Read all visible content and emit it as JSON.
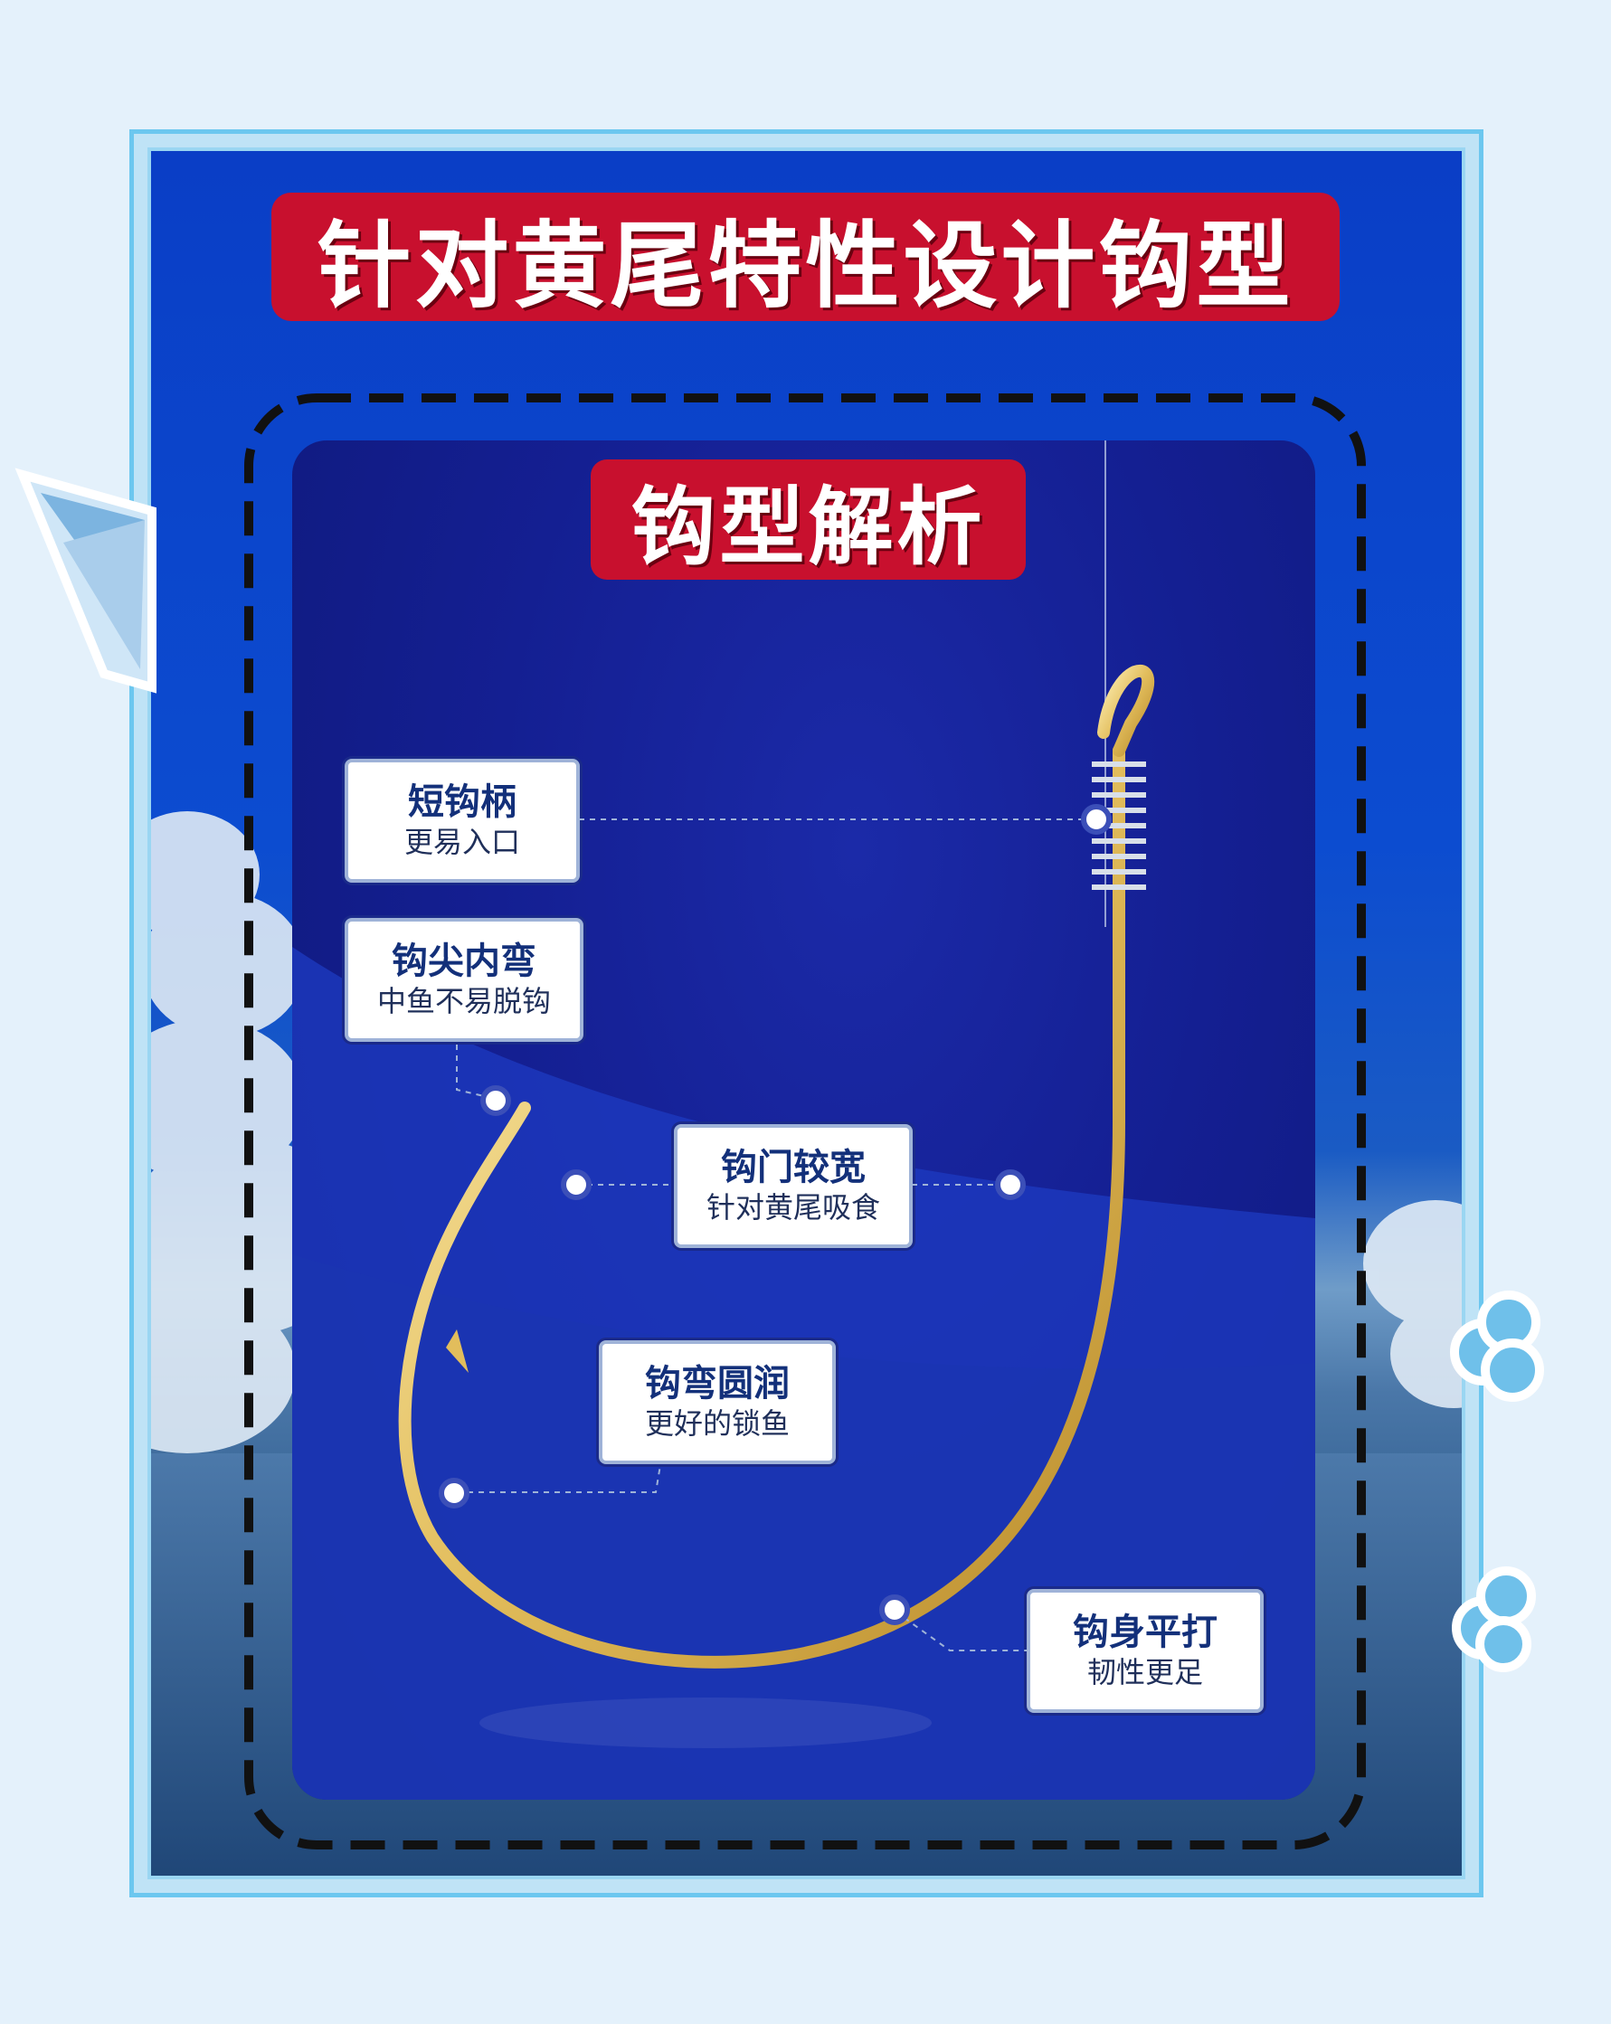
{
  "title": "针对黄尾特性设计钩型",
  "subtitle": "钩型解析",
  "callouts": [
    {
      "title": "短钩柄",
      "subtitle": "更易入口"
    },
    {
      "title": "钩尖内弯",
      "subtitle": "中鱼不易脱钩"
    },
    {
      "title": "钩门较宽",
      "subtitle": "针对黄尾吸食"
    },
    {
      "title": "钩弯圆润",
      "subtitle": "更好的锁鱼"
    },
    {
      "title": "钩身平打",
      "subtitle": "韧性更足"
    }
  ],
  "colors": {
    "page_background": "#e4f1fb",
    "banner_red": "#c8102e",
    "panel_blue": "#141f92",
    "hook_gold": "#e8c86a",
    "callout_text": "#13307a"
  },
  "icons": [
    "paper-plane-icon",
    "cloud-icon",
    "hook-illustration"
  ]
}
